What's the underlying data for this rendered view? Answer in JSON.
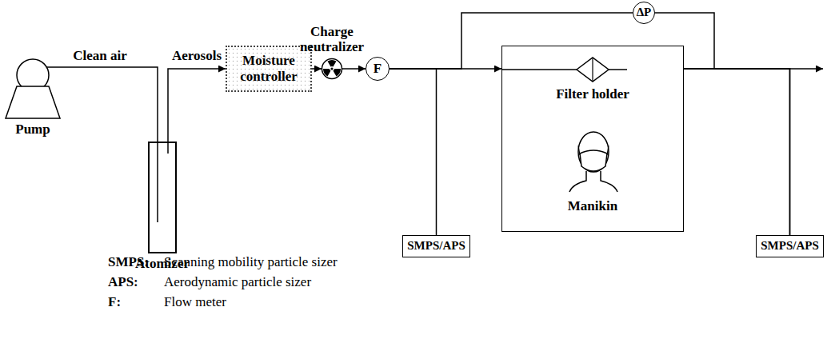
{
  "diagram": {
    "nodes": [
      {
        "text": [
          "Pump"
        ]
      },
      {
        "text": [
          "Atomizer"
        ]
      },
      {
        "text": [
          "Moisture controller"
        ]
      },
      {
        "text": [
          "Charge neutralizer"
        ]
      },
      {
        "text": [
          "F"
        ]
      },
      {
        "text": [
          "ΔP"
        ]
      },
      {
        "text": [
          "SMPS/APS"
        ]
      },
      {
        "text": [
          "Filter holder",
          "Manikin"
        ]
      },
      {
        "text": [
          "SMPS/APS"
        ]
      }
    ],
    "edges": [
      {
        "from": 0,
        "to": 1,
        "arrow": "none",
        "label": "Clean air"
      },
      {
        "from": 1,
        "to": 2,
        "arrow": "to",
        "label": "Aerosols"
      },
      {
        "from": 2,
        "to": 3,
        "arrow": "to"
      },
      {
        "from": 3,
        "to": 4,
        "arrow": "to"
      },
      {
        "from": 4,
        "to": 7,
        "arrow": "to"
      },
      {
        "from": 4,
        "to": 6,
        "arrow": "none"
      },
      {
        "from": 4,
        "to": 5,
        "arrow": "none"
      },
      {
        "from": 7,
        "to": 8,
        "arrow": "none"
      },
      {
        "from": 5,
        "to": 8,
        "arrow": "none"
      }
    ],
    "labels": [
      "SMPS:",
      "Scanning mobility particle sizer",
      "APS:",
      "Aerodynamic particle sizer",
      "F:",
      "Flow meter"
    ]
  }
}
